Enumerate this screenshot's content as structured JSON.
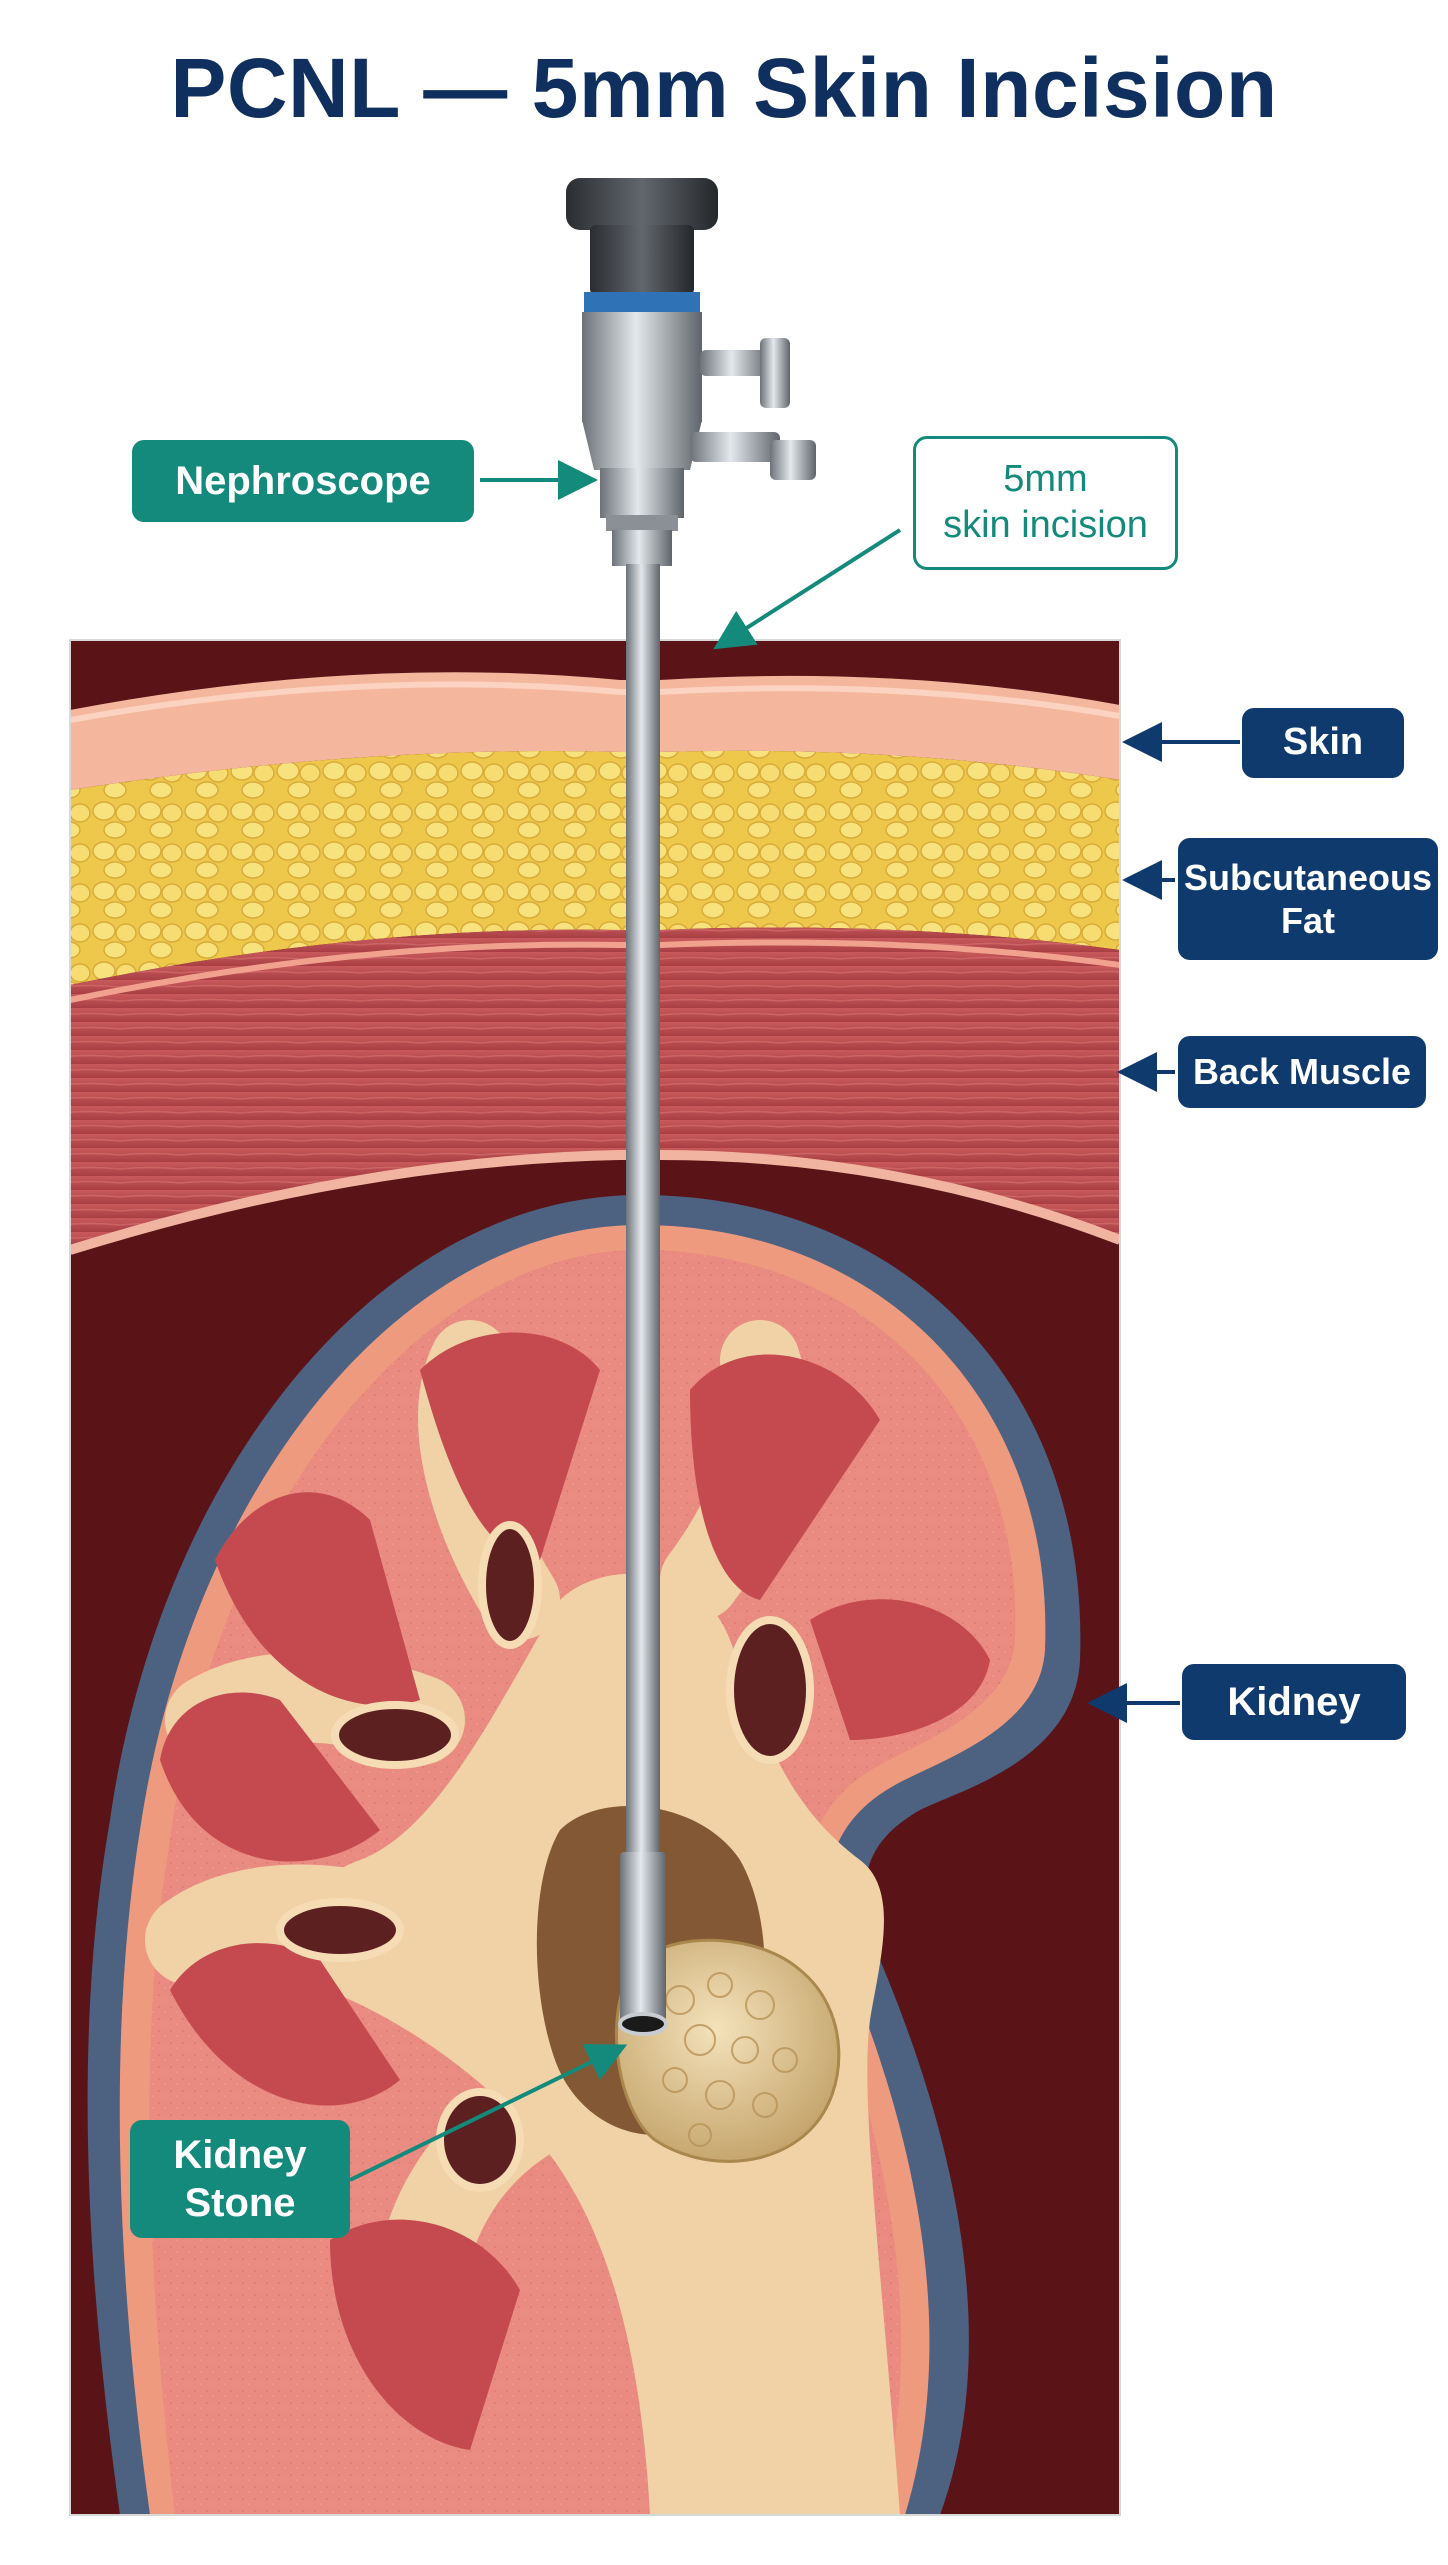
{
  "title": "PCNL — 5mm Skin Incision",
  "labels": {
    "nephroscope": "Nephroscope",
    "incision_line1": "5mm",
    "incision_line2": "skin incision",
    "skin": "Skin",
    "fat_line1": "Subcutaneous",
    "fat_line2": "Fat",
    "muscle": "Back Muscle",
    "kidney": "Kidney",
    "stone_line1": "Kidney",
    "stone_line2": "Stone"
  },
  "colors": {
    "title": "#0f2f5f",
    "teal_label": "#138a7c",
    "navy_label": "#0f3a6e",
    "skin": "#f2b49a",
    "fat": "#f0cf5a",
    "muscle": "#b8464a",
    "kidney_capsule": "#4f6480",
    "cortex": "#e8887c",
    "pyramid": "#c24a50",
    "pelvis": "#f0d2a8",
    "stone": "#e3c695",
    "steel": "#9ea4aa"
  }
}
